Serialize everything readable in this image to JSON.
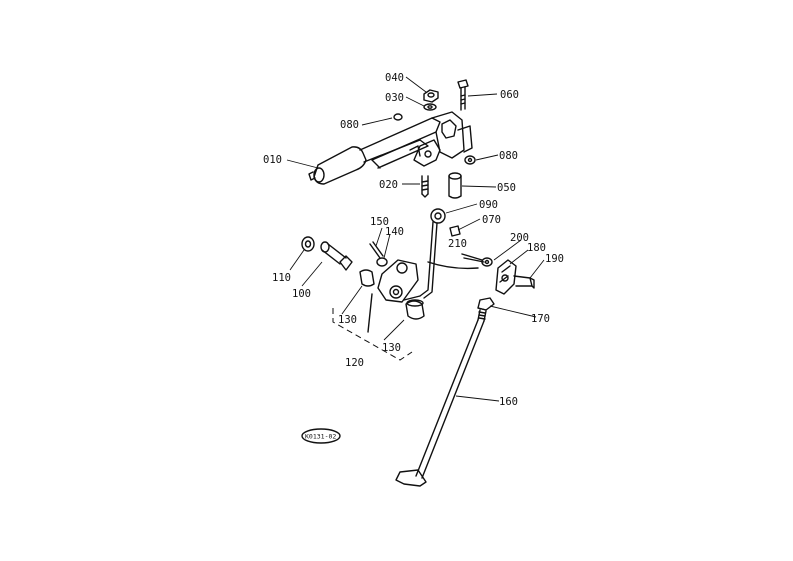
{
  "callouts": {
    "c010": "010",
    "c020": "020",
    "c030": "030",
    "c040": "040",
    "c050": "050",
    "c060": "060",
    "c070": "070",
    "c080a": "080",
    "c080b": "080",
    "c090": "090",
    "c100": "100",
    "c110": "110",
    "c120": "120",
    "c130a": "130",
    "c130b": "130",
    "c140": "140",
    "c150": "150",
    "c160": "160",
    "c170": "170",
    "c180": "180",
    "c190": "190",
    "c200": "200",
    "c210": "210"
  },
  "drawing_id": "K0131-02"
}
